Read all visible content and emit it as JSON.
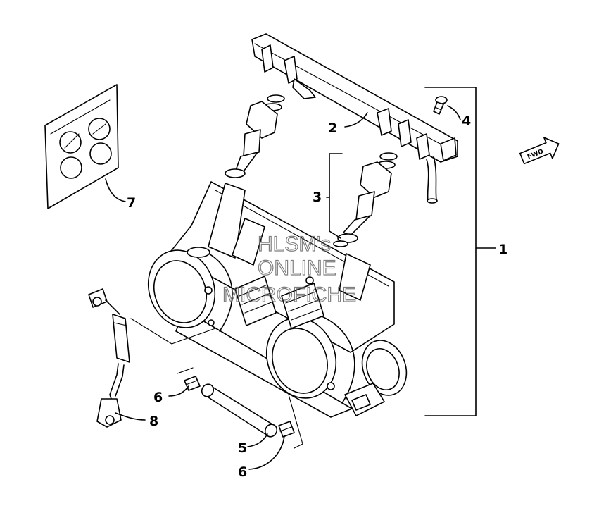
{
  "callouts": {
    "c1": "1",
    "c2": "2",
    "c3": "3",
    "c4": "4",
    "c5": "5",
    "c6a": "6",
    "c6b": "6",
    "c7": "7",
    "c8": "8"
  },
  "direction_arrow": {
    "label": "FWD",
    "icon": "forward-arrow-icon"
  },
  "watermark": {
    "line1": "HLSM's",
    "line2": "ONLINE",
    "line3": "MICROFICHE"
  }
}
